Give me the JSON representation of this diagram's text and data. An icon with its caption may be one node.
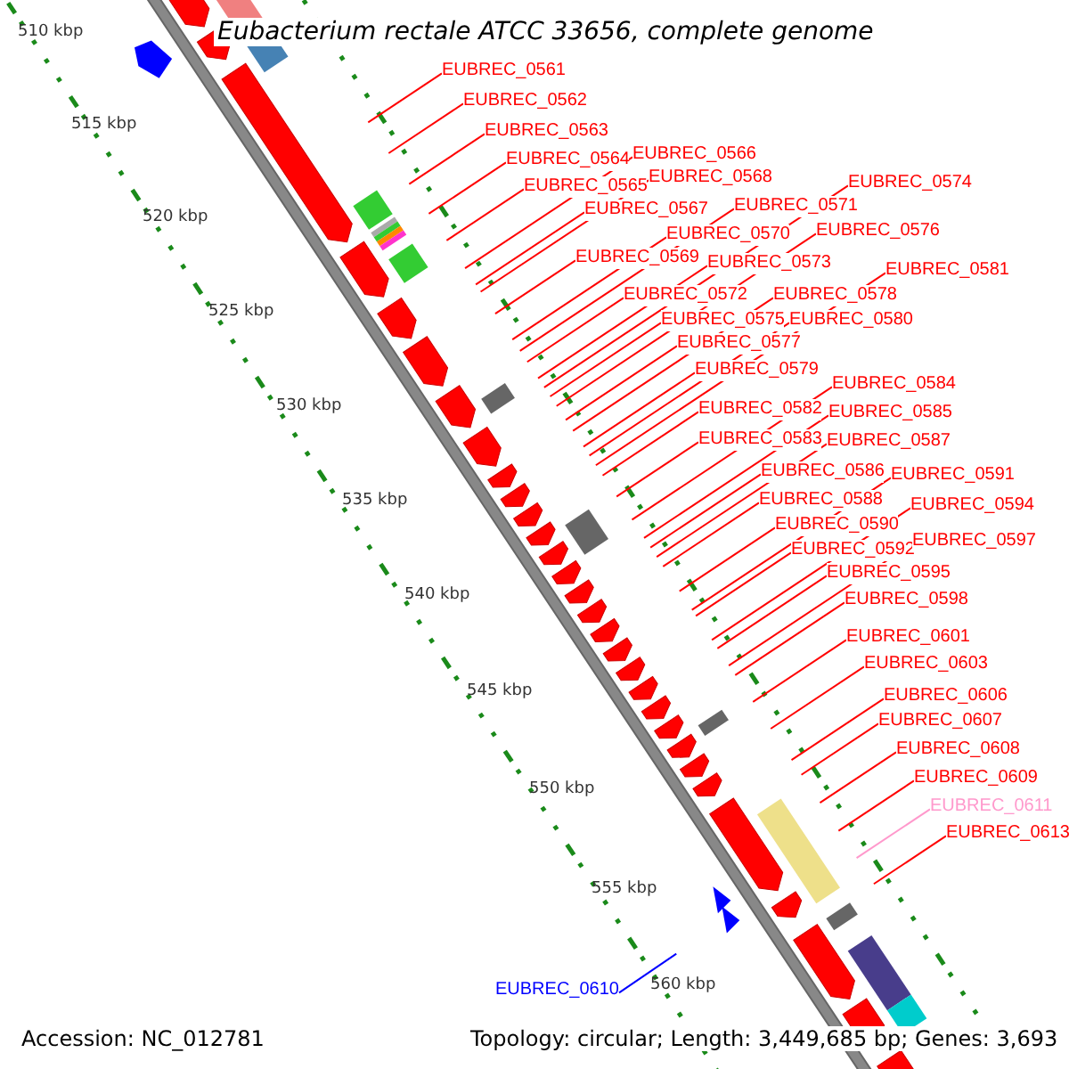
{
  "diagram": {
    "title": "Eubacterium rectale ATCC 33656, complete genome",
    "nodes": [
      {
        "text": [
          "EUBREC_0561"
        ]
      },
      {
        "text": [
          "EUBREC_0562"
        ]
      },
      {
        "text": [
          "EUBREC_0563"
        ]
      },
      {
        "text": [
          "EUBREC_0564"
        ]
      },
      {
        "text": [
          "EUBREC_0565"
        ]
      },
      {
        "text": [
          "EUBREC_0566"
        ]
      },
      {
        "text": [
          "EUBREC_0567"
        ]
      },
      {
        "text": [
          "EUBREC_0568"
        ]
      },
      {
        "text": [
          "EUBREC_0569"
        ]
      },
      {
        "text": [
          "EUBREC_0570"
        ]
      },
      {
        "text": [
          "EUBREC_0571"
        ]
      },
      {
        "text": [
          "EUBREC_0572"
        ]
      },
      {
        "text": [
          "EUBREC_0573"
        ]
      },
      {
        "text": [
          "EUBREC_0574"
        ]
      },
      {
        "text": [
          "EUBREC_0575"
        ]
      },
      {
        "text": [
          "EUBREC_0576"
        ]
      },
      {
        "text": [
          "EUBREC_0577"
        ]
      },
      {
        "text": [
          "EUBREC_0578"
        ]
      },
      {
        "text": [
          "EUBREC_0579"
        ]
      },
      {
        "text": [
          "EUBREC_0580"
        ]
      },
      {
        "text": [
          "EUBREC_0581"
        ]
      },
      {
        "text": [
          "EUBREC_0582"
        ]
      },
      {
        "text": [
          "EUBREC_0583"
        ]
      },
      {
        "text": [
          "EUBREC_0584"
        ]
      },
      {
        "text": [
          "EUBREC_0585"
        ]
      },
      {
        "text": [
          "EUBREC_0586"
        ]
      },
      {
        "text": [
          "EUBREC_0587"
        ]
      },
      {
        "text": [
          "EUBREC_0588"
        ]
      },
      {
        "text": [
          "EUBREC_0590"
        ]
      },
      {
        "text": [
          "EUBREC_0591"
        ]
      },
      {
        "text": [
          "EUBREC_0592"
        ]
      },
      {
        "text": [
          "EUBREC_0594"
        ]
      },
      {
        "text": [
          "EUBREC_0595"
        ]
      },
      {
        "text": [
          "EUBREC_0597"
        ]
      },
      {
        "text": [
          "EUBREC_0598"
        ]
      },
      {
        "text": [
          "EUBREC_0601"
        ]
      },
      {
        "text": [
          "EUBREC_0603"
        ]
      },
      {
        "text": [
          "EUBREC_0606"
        ]
      },
      {
        "text": [
          "EUBREC_0607"
        ]
      },
      {
        "text": [
          "EUBREC_0608"
        ]
      },
      {
        "text": [
          "EUBREC_0609"
        ]
      },
      {
        "text": [
          "EUBREC_0610"
        ]
      },
      {
        "text": [
          "EUBREC_0611"
        ]
      },
      {
        "text": [
          "EUBREC_0613"
        ]
      }
    ],
    "edges": [
      {
        "from": 0,
        "to": null,
        "arrow": "none"
      },
      {
        "from": 1,
        "to": null,
        "arrow": "none"
      },
      {
        "from": 2,
        "to": null,
        "arrow": "none"
      },
      {
        "from": 3,
        "to": null,
        "arrow": "none"
      },
      {
        "from": 4,
        "to": null,
        "arrow": "none"
      },
      {
        "from": 5,
        "to": null,
        "arrow": "none"
      },
      {
        "from": 6,
        "to": null,
        "arrow": "none"
      },
      {
        "from": 7,
        "to": null,
        "arrow": "none"
      },
      {
        "from": 8,
        "to": null,
        "arrow": "none"
      },
      {
        "from": 9,
        "to": null,
        "arrow": "none"
      },
      {
        "from": 10,
        "to": null,
        "arrow": "none"
      },
      {
        "from": 11,
        "to": null,
        "arrow": "none"
      },
      {
        "from": 12,
        "to": null,
        "arrow": "none"
      },
      {
        "from": 13,
        "to": null,
        "arrow": "none"
      },
      {
        "from": 14,
        "to": null,
        "arrow": "none"
      },
      {
        "from": 15,
        "to": null,
        "arrow": "none"
      },
      {
        "from": 16,
        "to": null,
        "arrow": "none"
      },
      {
        "from": 17,
        "to": null,
        "arrow": "none"
      },
      {
        "from": 18,
        "to": null,
        "arrow": "none"
      },
      {
        "from": 19,
        "to": null,
        "arrow": "none"
      },
      {
        "from": 20,
        "to": null,
        "arrow": "none"
      },
      {
        "from": 21,
        "to": null,
        "arrow": "none"
      },
      {
        "from": 22,
        "to": null,
        "arrow": "none"
      },
      {
        "from": 23,
        "to": null,
        "arrow": "none"
      },
      {
        "from": 24,
        "to": null,
        "arrow": "none"
      },
      {
        "from": 25,
        "to": null,
        "arrow": "none"
      },
      {
        "from": 26,
        "to": null,
        "arrow": "none"
      },
      {
        "from": 27,
        "to": null,
        "arrow": "none"
      },
      {
        "from": 28,
        "to": null,
        "arrow": "none"
      },
      {
        "from": 29,
        "to": null,
        "arrow": "none"
      },
      {
        "from": 30,
        "to": null,
        "arrow": "none"
      },
      {
        "from": 31,
        "to": null,
        "arrow": "none"
      },
      {
        "from": 32,
        "to": null,
        "arrow": "none"
      },
      {
        "from": 33,
        "to": null,
        "arrow": "none"
      },
      {
        "from": 34,
        "to": null,
        "arrow": "none"
      },
      {
        "from": 35,
        "to": null,
        "arrow": "none"
      },
      {
        "from": 36,
        "to": null,
        "arrow": "none"
      },
      {
        "from": 37,
        "to": null,
        "arrow": "none"
      },
      {
        "from": 38,
        "to": null,
        "arrow": "none"
      },
      {
        "from": 39,
        "to": null,
        "arrow": "none"
      },
      {
        "from": 40,
        "to": null,
        "arrow": "none"
      },
      {
        "from": 41,
        "to": null,
        "arrow": "none",
        "color": "#0000ff"
      },
      {
        "from": 42,
        "to": null,
        "arrow": "none",
        "color": "#ff99cc"
      },
      {
        "from": 43,
        "to": null,
        "arrow": "none"
      }
    ],
    "labels": [
      "510 kbp",
      "515 kbp",
      "520 kbp",
      "525 kbp",
      "530 kbp",
      "535 kbp",
      "540 kbp",
      "545 kbp",
      "550 kbp",
      "555 kbp",
      "560 kbp",
      "Accession: NC_012781",
      "Topology: circular; Length: 3,449,685 bp; Genes: 3,693"
    ]
  }
}
